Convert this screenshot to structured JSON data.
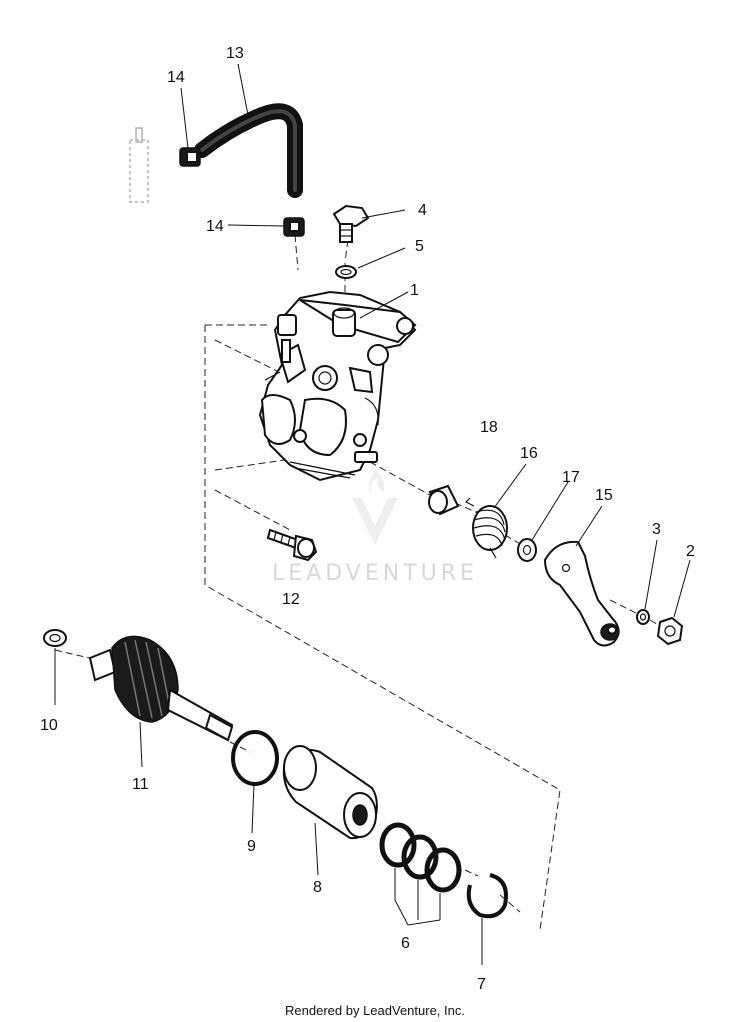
{
  "diagram": {
    "callouts": [
      {
        "id": "c1",
        "label": "1"
      },
      {
        "id": "c2",
        "label": "2"
      },
      {
        "id": "c3",
        "label": "3"
      },
      {
        "id": "c4",
        "label": "4"
      },
      {
        "id": "c5",
        "label": "5"
      },
      {
        "id": "c6",
        "label": "6"
      },
      {
        "id": "c7",
        "label": "7"
      },
      {
        "id": "c8",
        "label": "8"
      },
      {
        "id": "c9",
        "label": "9"
      },
      {
        "id": "c10",
        "label": "10"
      },
      {
        "id": "c11",
        "label": "11"
      },
      {
        "id": "c12",
        "label": "12"
      },
      {
        "id": "c13",
        "label": "13"
      },
      {
        "id": "c14a",
        "label": "14"
      },
      {
        "id": "c14b",
        "label": "14"
      },
      {
        "id": "c15",
        "label": "15"
      },
      {
        "id": "c16",
        "label": "16"
      },
      {
        "id": "c17",
        "label": "17"
      },
      {
        "id": "c18",
        "label": "18"
      }
    ]
  },
  "watermark": "LEADVENTURE",
  "footer": "Rendered by LeadVenture, Inc."
}
